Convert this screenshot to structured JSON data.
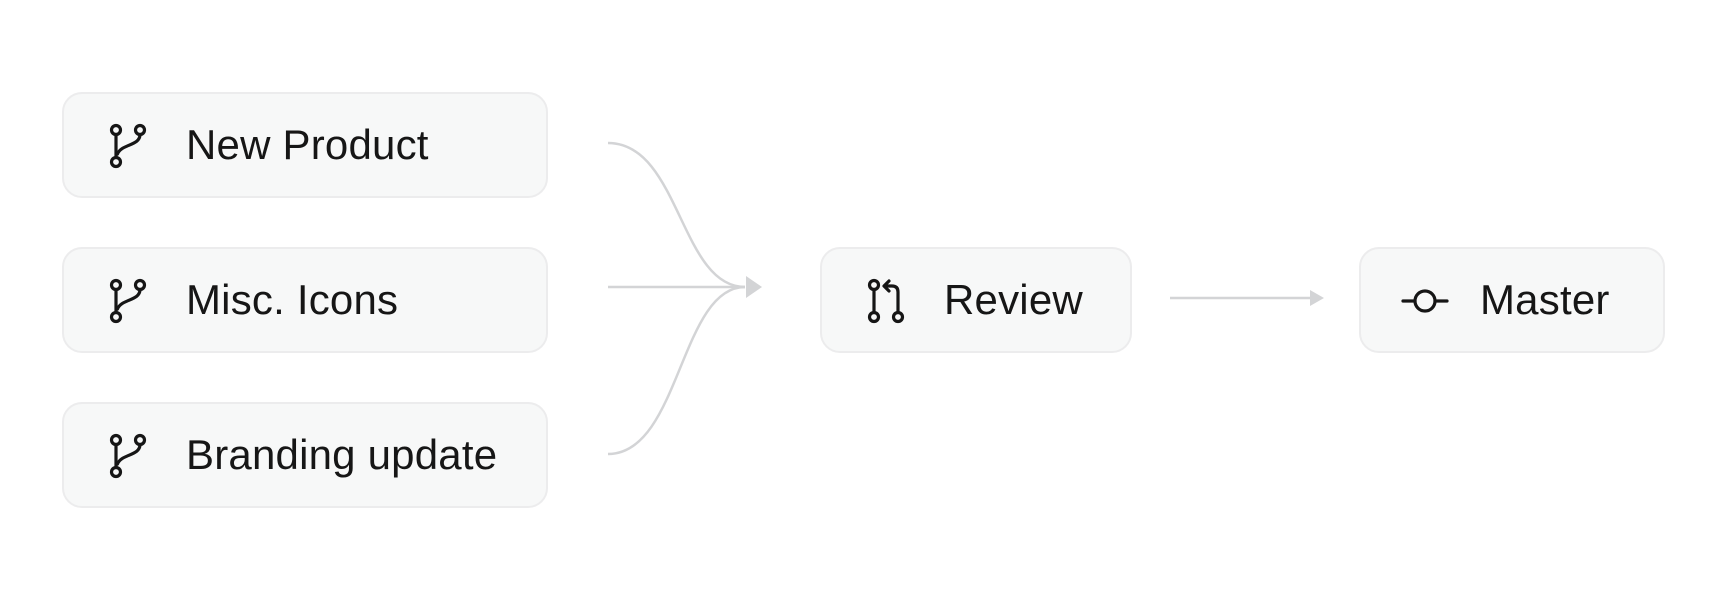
{
  "diagram": {
    "branches": [
      {
        "label": "New Product",
        "icon": "git-branch-icon"
      },
      {
        "label": "Misc. Icons",
        "icon": "git-branch-icon"
      },
      {
        "label": "Branding update",
        "icon": "git-branch-icon"
      }
    ],
    "review": {
      "label": "Review",
      "icon": "git-pull-request-icon"
    },
    "master": {
      "label": "Master",
      "icon": "git-commit-icon"
    }
  },
  "colors": {
    "node_background": "#f7f8f8",
    "node_border": "#ececed",
    "connector": "#d3d4d6",
    "text": "#161616"
  }
}
